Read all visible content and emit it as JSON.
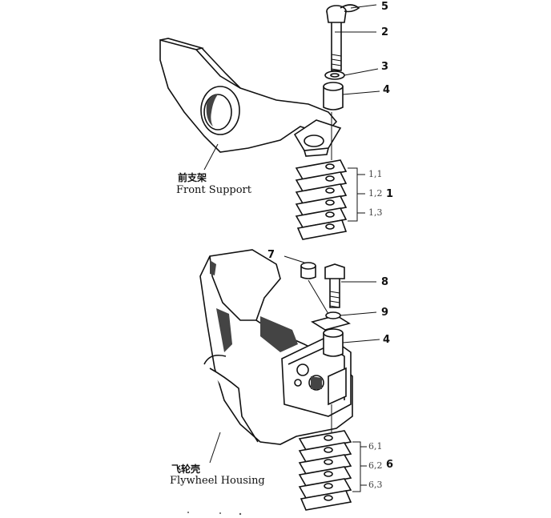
{
  "top": {
    "caption_cn": "前支架",
    "caption_en": "Front Support",
    "callouts": {
      "p5": "5",
      "p2": "2",
      "p3": "3",
      "p4": "4",
      "p1": "1",
      "s11": "1,1",
      "s12": "1,2",
      "s13": "1,3"
    }
  },
  "bottom": {
    "caption_cn": "飞轮壳",
    "caption_en": "Flywheel Housing",
    "callouts": {
      "p7": "7",
      "p8": "8",
      "p9": "9",
      "p4": "4",
      "p6": "6",
      "s61": "6,1",
      "s62": "6,2",
      "s63": "6,3"
    }
  }
}
